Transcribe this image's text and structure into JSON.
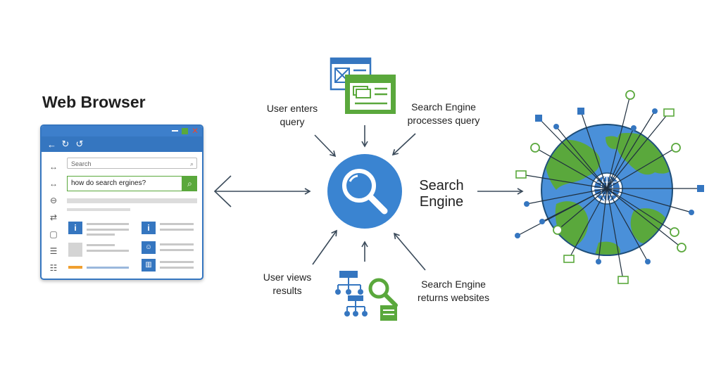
{
  "browser": {
    "title": "Web Browser",
    "search_placeholder": "Search",
    "query": "how do search ergines?",
    "nav": [
      "←",
      "↻",
      "↺"
    ]
  },
  "engine": {
    "label_line1": "Search",
    "label_line2": "Engine"
  },
  "steps": {
    "user_enters": [
      "User enters",
      "query"
    ],
    "engine_processes": [
      "Search Engine",
      "processes query"
    ],
    "user_views": [
      "User views",
      "results"
    ],
    "engine_returns": [
      "Search Engine",
      "returns websites"
    ]
  },
  "colors": {
    "blue": "#3576c0",
    "green": "#5aa83c",
    "arrow": "#3a4a5a",
    "ocean": "#4a90d9"
  },
  "icons": [
    "search-icon",
    "globe-icon",
    "network-icon",
    "document-icon"
  ]
}
